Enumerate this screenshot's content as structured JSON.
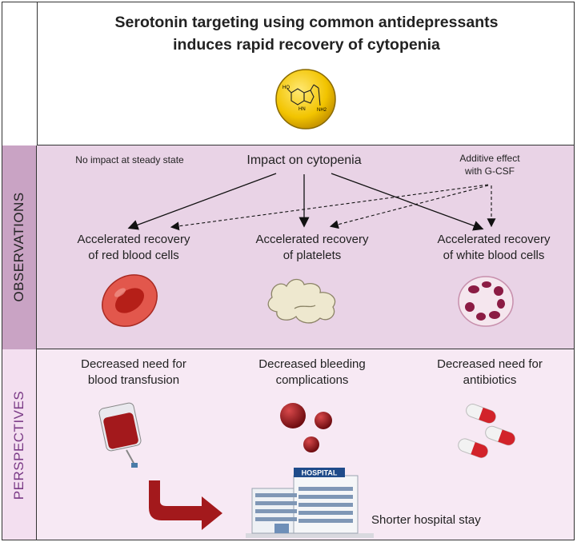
{
  "title": {
    "line1": "Serotonin targeting using common antidepressants",
    "line2": "induces rapid recovery of cytopenia"
  },
  "molecule": {
    "label_ho": "HO",
    "label_nh": "HN",
    "label_nh2": "NH2",
    "icon": "serotonin-molecule-icon"
  },
  "observations": {
    "section_label": "OBSERVATIONS",
    "steady_state": "No impact at steady state",
    "impact": "Impact on cytopenia",
    "additive_line1": "Additive effect",
    "additive_line2": "with G-CSF",
    "rbc_line1": "Accelerated recovery",
    "rbc_line2": "of red blood cells",
    "plt_line1": "Accelerated recovery",
    "plt_line2": "of platelets",
    "wbc_line1": "Accelerated recovery",
    "wbc_line2": "of white blood cells"
  },
  "perspectives": {
    "section_label": "PERSPECTIVES",
    "transfusion_line1": "Decreased need for",
    "transfusion_line2": "blood transfusion",
    "bleeding_line1": "Decreased bleeding",
    "bleeding_line2": "complications",
    "antibiotics_line1": "Decreased need for",
    "antibiotics_line2": "antibiotics",
    "hospital_sign": "HOSPITAL",
    "hospital_stay": "Shorter hospital stay"
  },
  "colors": {
    "obs_bg": "#e9d3e6",
    "obs_bar": "#c9a3c4",
    "persp_bg": "#f7e9f4",
    "persp_text": "#7a3a86",
    "blood_red": "#a3191c"
  }
}
